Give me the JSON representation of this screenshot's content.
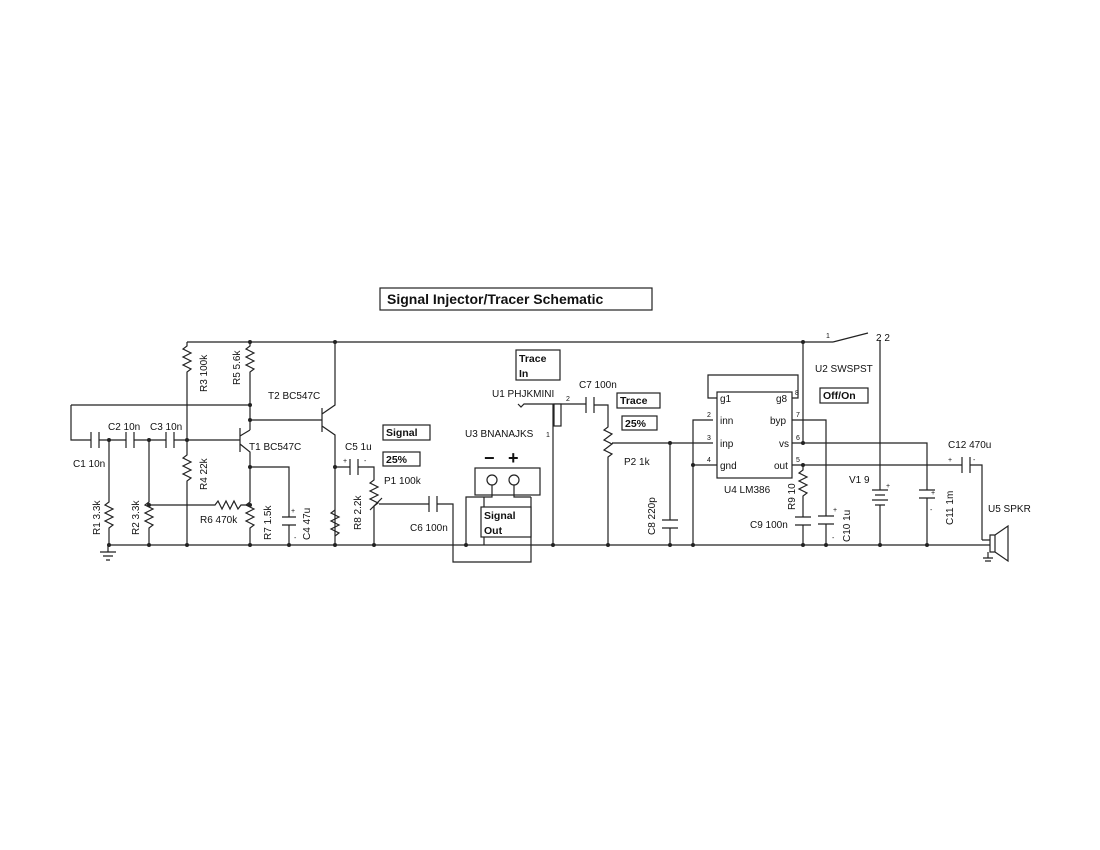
{
  "title": "Signal Injector/Tracer Schematic",
  "controls": {
    "signal": "Signal",
    "signal_level": "25%",
    "trace_in_1": "Trace",
    "trace_in_2": "In",
    "trace": "Trace",
    "trace_level": "25%",
    "off_on": "Off/On",
    "signal_out_1": "Signal",
    "signal_out_2": "Out"
  },
  "labels": {
    "c1": "C1 10n",
    "c2": "C2 10n",
    "c3": "C3 10n",
    "r1": "R1 3.3k",
    "r2": "R2 3.3k",
    "r3": "R3 100k",
    "r4": "R4 22k",
    "r5": "R5 5.6k",
    "r6": "R6 470k",
    "r7": "R7 1.5k",
    "c4": "C4 47u",
    "t1": "T1 BC547C",
    "t2": "T2 BC547C",
    "c5": "C5 1u",
    "p1": "P1 100k",
    "r8": "R8 2.2k",
    "c6": "C6 100n",
    "u3": "U3 BNANAJKS",
    "minus": "−",
    "plus": "+",
    "u1": "U1 PHJKMINI",
    "c7": "C7 100n",
    "p2": "P2 1k",
    "c8": "C8 220p",
    "u4": "U4 LM386",
    "r9": "R9 10",
    "c9": "C9 100n",
    "c10": "C10 1u",
    "v1": "V1 9",
    "c11": "C11 1m",
    "c12": "C12 470u",
    "u2": "U2 SWSPST",
    "u5": "U5 SPKR"
  },
  "pins": {
    "g1": "g1",
    "inn": "inn",
    "inp": "inp",
    "gnd": "gnd",
    "g8": "g8",
    "byp": "byp",
    "vs": "vs",
    "out": "out",
    "n2": "2",
    "n3": "3",
    "n4": "4",
    "n5": "5",
    "n6": "6",
    "n7": "7",
    "n8": "8",
    "n1": "1",
    "sw1": "1",
    "sw2": "2 2"
  }
}
